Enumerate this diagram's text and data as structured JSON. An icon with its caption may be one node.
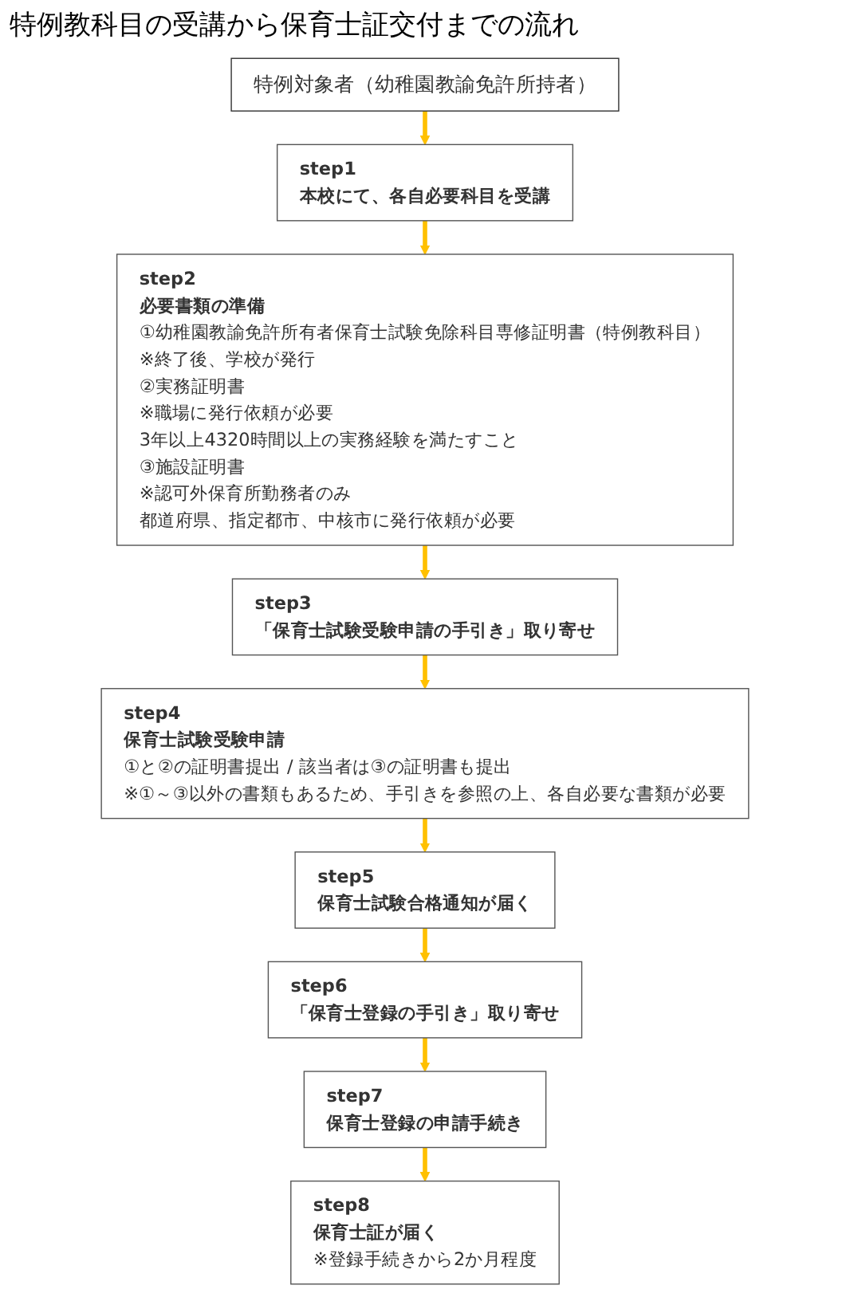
{
  "diagram": {
    "title": "特例教科目の受講から保育士証交付までの流れ",
    "nodes": [
      {
        "text": [
          "特例対象者（幼稚園教諭免許所持者）"
        ]
      },
      {
        "text": [
          "step1",
          "本校にて、各自必要科目を受講"
        ]
      },
      {
        "text": [
          "step2",
          "必要書類の準備",
          "①幼稚園教諭免許所有者保育士試験免除科目専修証明書（特例教科目）",
          "※終了後、学校が発行",
          "②実務証明書",
          "※職場に発行依頼が必要",
          "3年以上4320時間以上の実務経験を満たすこと",
          "③施設証明書",
          "※認可外保育所勤務者のみ",
          "都道府県、指定都市、中核市に発行依頼が必要"
        ]
      },
      {
        "text": [
          "step3",
          "「保育士試験受験申請の手引き」取り寄せ"
        ]
      },
      {
        "text": [
          "step4",
          "保育士試験受験申請",
          "①と②の証明書提出 / 該当者は③の証明書も提出",
          "※①～③以外の書類もあるため、手引きを参照の上、各自必要な書類が必要"
        ]
      },
      {
        "text": [
          "step5",
          "保育士試験合格通知が届く"
        ]
      },
      {
        "text": [
          "step6",
          "「保育士登録の手引き」取り寄せ"
        ]
      },
      {
        "text": [
          "step7",
          "保育士登録の申請手続き"
        ]
      },
      {
        "text": [
          "step8",
          "保育士証が届く",
          "※登録手続きから2か月程度"
        ]
      }
    ],
    "edges": [
      {
        "from": 0,
        "to": 1,
        "arrow": "to"
      },
      {
        "from": 1,
        "to": 2,
        "arrow": "to"
      },
      {
        "from": 2,
        "to": 3,
        "arrow": "to"
      },
      {
        "from": 3,
        "to": 4,
        "arrow": "to"
      },
      {
        "from": 4,
        "to": 5,
        "arrow": "to"
      },
      {
        "from": 5,
        "to": 6,
        "arrow": "to"
      },
      {
        "from": 6,
        "to": 7,
        "arrow": "to"
      },
      {
        "from": 7,
        "to": 8,
        "arrow": "to"
      }
    ]
  }
}
